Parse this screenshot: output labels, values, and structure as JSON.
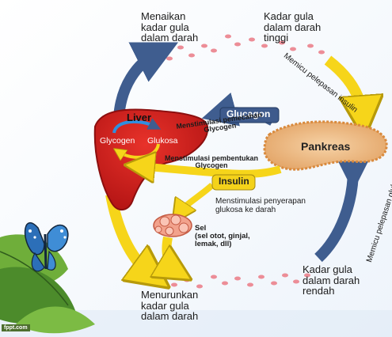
{
  "labels": {
    "raise": "Menaikan\nkadar gula\ndalam darah",
    "high": "Kadar gula\ndalam darah\ntinggi",
    "trigger_insulin": "Memicu pelepasan insulin",
    "trigger_glucagon": "Memicu pelepasan glukogen",
    "low": "Kadar gula\ndalam darah\nrendah",
    "lower": "Menurunkan\nkadar gula\ndalam darah",
    "liver": "Liver",
    "glycogen": "Glycogen",
    "glukosa": "Glukosa",
    "glucagon": "Glucagon",
    "insulin": "Insulin",
    "pankreas": "Pankreas",
    "breakdown": "Menstimulasi pemecahan\nGlycogen",
    "formation": "Menstimulasi pembentukan\nGlycogen",
    "uptake": "Menstimulasi penyerapan\nglukosa ke darah",
    "cells": "Sel\n(sel otot, ginjal,\nlemak, dll)",
    "watermark": "fppt.com"
  },
  "colors": {
    "liver": "#d21f1f",
    "pancreas": "#f2c48d",
    "insulin": "#f4d21a",
    "glucagon": "#3e5a8c",
    "arrow_yellow": "#f6d51a",
    "arrow_blue": "#3f5d8f",
    "blood_cell": "#ec8d97"
  }
}
